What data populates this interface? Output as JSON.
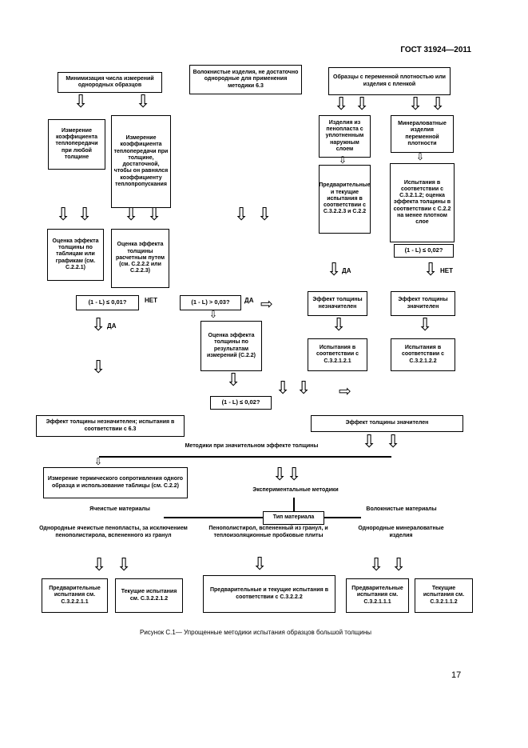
{
  "page": {
    "standard_ref": "ГОСТ 31924—2011",
    "page_number": "17",
    "caption": "Рисунок С.1— Упрощенные методики испытания образцов большой толщины"
  },
  "labels": {
    "yes": "ДА",
    "no": "НЕТ"
  },
  "flowchart": {
    "nodes": {
      "minimize": "Минимизация числа измерений однородных образцов",
      "fibrous_products": "Волокнистые изделия, не достаточно однородные для применения методики 6.3",
      "variable_density_samples": "Образцы с переменной плотностью или изделия с пленкой",
      "measure_any_thickness": "Измерение коэффициента теплопередачи при любой толщине",
      "measure_sufficient_thickness": "Измерение коэффициента теплопередачи при толщине, достаточной, чтобы он равнялся коэффициенту теплопропускания",
      "foam_dense_layer": "Изделия из пенопласта с уплотненным наружным слоем",
      "mineral_wool_variable": "Минераловатные изделия переменной плотности",
      "pre_current_tests_32223": "Предварительные и текущие испытания в соответствии с С.3.2.2.3 и С.2.2",
      "tests_3212": "Испытания в соответствии с С.3.2.1.2; оценка эффекта толщины в соответствии с С.2.2 на менее плотном слое",
      "eval_tables": "Оценка эффекта толщины по таблицам или графикам (см. С.2.2.1)",
      "eval_calc": "Оценка эффекта толщины расчетным путем (см. С.2.2.2 или С.2.2.3)",
      "cond_002_right": "(1 - L) ≤ 0,02?",
      "cond_001": "(1 - L) ≤ 0,01?",
      "cond_003": "(1 - L) > 0,03?",
      "effect_insignificant": "Эффект толщины незначителен",
      "effect_significant": "Эффект толщины значителен",
      "eval_measurements": "Оценка эффекта толщины по результатам измерений (С.2.2)",
      "tests_32121": "Испытания в соответствии с С.3.2.1.2.1",
      "tests_32122": "Испытания в соответствии с С.3.2.1.2.2",
      "cond_002_mid": "(1 - L) ≤ 0,02?",
      "insignificant_63": "Эффект толщины незначителен; испытания в соответствии с 6.3",
      "significant_final": "Эффект толщины значителен",
      "measure_thermal_resistance": "Измерение термического сопротивления одного образца и использование таблицы (см. С.2.2)",
      "material_type": "Тип материала",
      "pre_32211": "Предварительные испытания см. С.3.2.2.1.1",
      "cur_32212": "Текущие испытания см. С.3.2.2.1.2",
      "precur_3222": "Предварительные и текущие испытания в соответствии с С.3.2.2.2",
      "pre_32111": "Предварительные испытания см. С.3.2.1.1.1",
      "cur_32112": "Текущие испытания см. С.3.2.1.1.2"
    },
    "texts": {
      "methods_significant": "Методики при значительном эффекте толщины",
      "experimental_methods": "Экспериментальные методики",
      "cellular_materials": "Ячеистые материалы",
      "fibrous_materials": "Волокнистые материалы",
      "cellular_desc": "Однородные ячеистые пенопласты, за исключением пенополистирола, вспененного из гранул",
      "polystyrene_desc": "Пенополистирол, вспененный из гранул, и теплоизоляционные пробковые плиты",
      "mineral_desc": "Однородные минераловатные изделия"
    }
  }
}
